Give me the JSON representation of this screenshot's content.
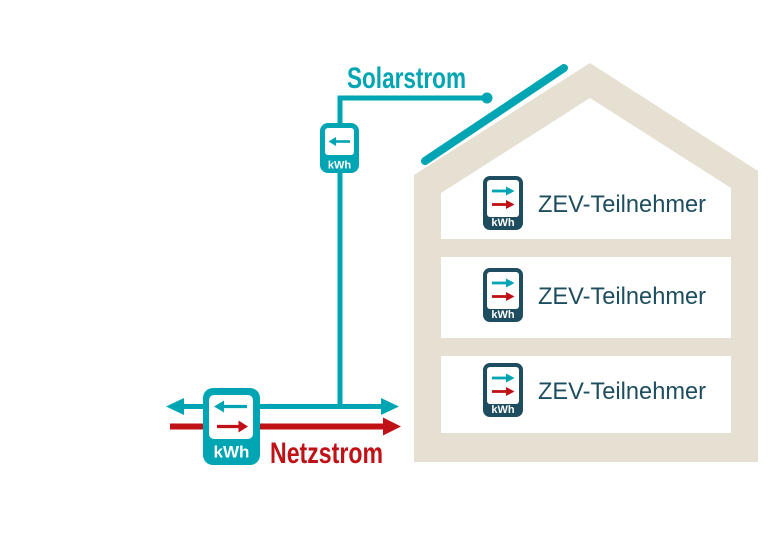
{
  "diagram": {
    "labels": {
      "solar": "Solarstrom",
      "grid": "Netzstrom"
    },
    "unit": "kWh",
    "floors": [
      {
        "label": "ZEV-Teilnehmer"
      },
      {
        "label": "ZEV-Teilnehmer"
      },
      {
        "label": "ZEV-Teilnehmer"
      }
    ],
    "icons": {
      "solar_meter": "export-meter-icon (kWh, arrow left)",
      "grid_meter": "import-export-meter-icon (kWh, teal arrow left, red arrow right)",
      "participant_meter": "participant-meter-icon (kWh, teal and red arrows right)"
    },
    "colors": {
      "teal": "#00a5b3",
      "red": "#c01216",
      "dark": "#1d4d5e",
      "beige": "#e6e0d2",
      "white": "#ffffff"
    }
  }
}
